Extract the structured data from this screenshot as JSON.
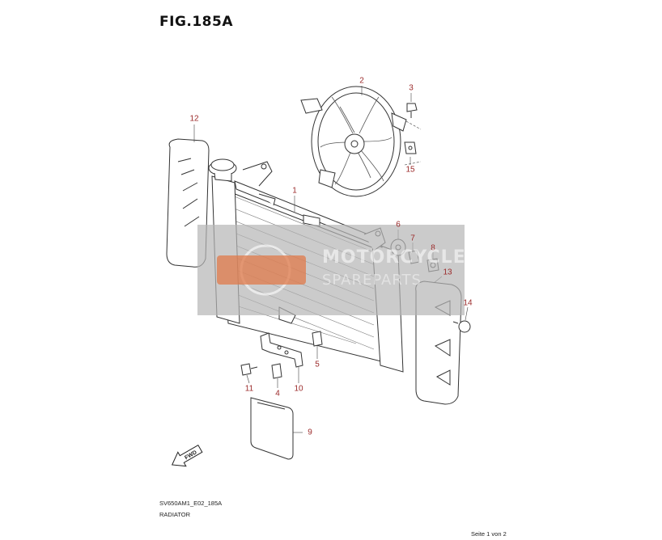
{
  "header": {
    "figure_title": "FIG.185A"
  },
  "callouts": [
    {
      "id": "1",
      "label": "1"
    },
    {
      "id": "2",
      "label": "2"
    },
    {
      "id": "3",
      "label": "3"
    },
    {
      "id": "4",
      "label": "4"
    },
    {
      "id": "5",
      "label": "5"
    },
    {
      "id": "6",
      "label": "6"
    },
    {
      "id": "7",
      "label": "7"
    },
    {
      "id": "8",
      "label": "8"
    },
    {
      "id": "9",
      "label": "9"
    },
    {
      "id": "10",
      "label": "10"
    },
    {
      "id": "11",
      "label": "11"
    },
    {
      "id": "12",
      "label": "12"
    },
    {
      "id": "13",
      "label": "13"
    },
    {
      "id": "14",
      "label": "14"
    },
    {
      "id": "15",
      "label": "15"
    }
  ],
  "fwd_label": "FWD",
  "watermark": {
    "line1": "MOTORCYCLE",
    "line2": "SPAREPARTS"
  },
  "footer": {
    "model_code": "SV650AM1_E02_185A",
    "section_name": "RADIATOR"
  },
  "page_info": "Seite 1 von 2",
  "colors": {
    "callout": "#9b2a2a",
    "line": "#333333",
    "watermark_box": "#b5b5b5",
    "watermark_logo": "#e07a4a"
  }
}
